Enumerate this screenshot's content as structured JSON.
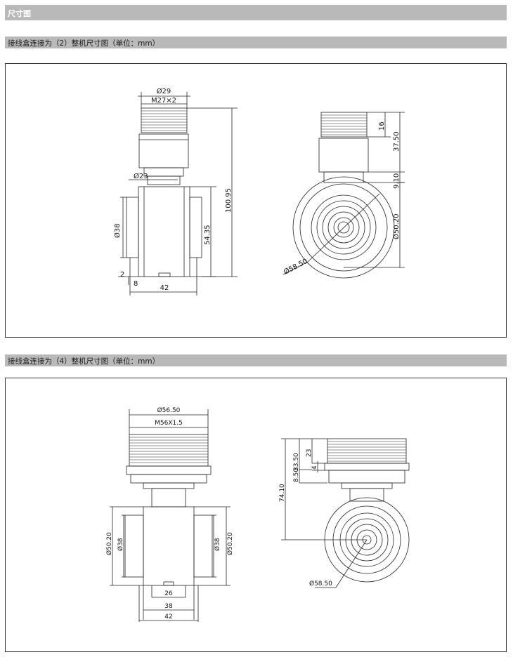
{
  "page_title": "尺寸图",
  "sections": [
    {
      "heading": "接线盒连接为（2）整机尺寸图（单位：mm）",
      "front": {
        "d_top": "Ø29",
        "thread": "M27×2",
        "d_neck": "Ø23",
        "d_body": "Ø38",
        "height_body": "54.35",
        "height_total": "100.95",
        "dim_2": "2",
        "dim_8": "8",
        "width": "42"
      },
      "side": {
        "h16": "16",
        "h37": "37.50",
        "h9": "9.10",
        "d_body": "Ø50.20",
        "d_dial": "Ø58.50"
      }
    },
    {
      "heading": "接线盒连接为（4）整机尺寸图（单位：mm）",
      "front": {
        "d_top": "Ø56.50",
        "thread": "M56X1.5",
        "d_left_outer": "Ø50.20",
        "d_left_inner": "Ø38",
        "d_right_inner": "Ø38",
        "d_right_outer": "Ø50.20",
        "w26": "26",
        "w38": "38",
        "w42": "42"
      },
      "side": {
        "h23": "23",
        "h33": "33.50",
        "h8": "8.50",
        "h4": "4",
        "h74": "74.10",
        "d_dial": "Ø58.50"
      }
    }
  ]
}
